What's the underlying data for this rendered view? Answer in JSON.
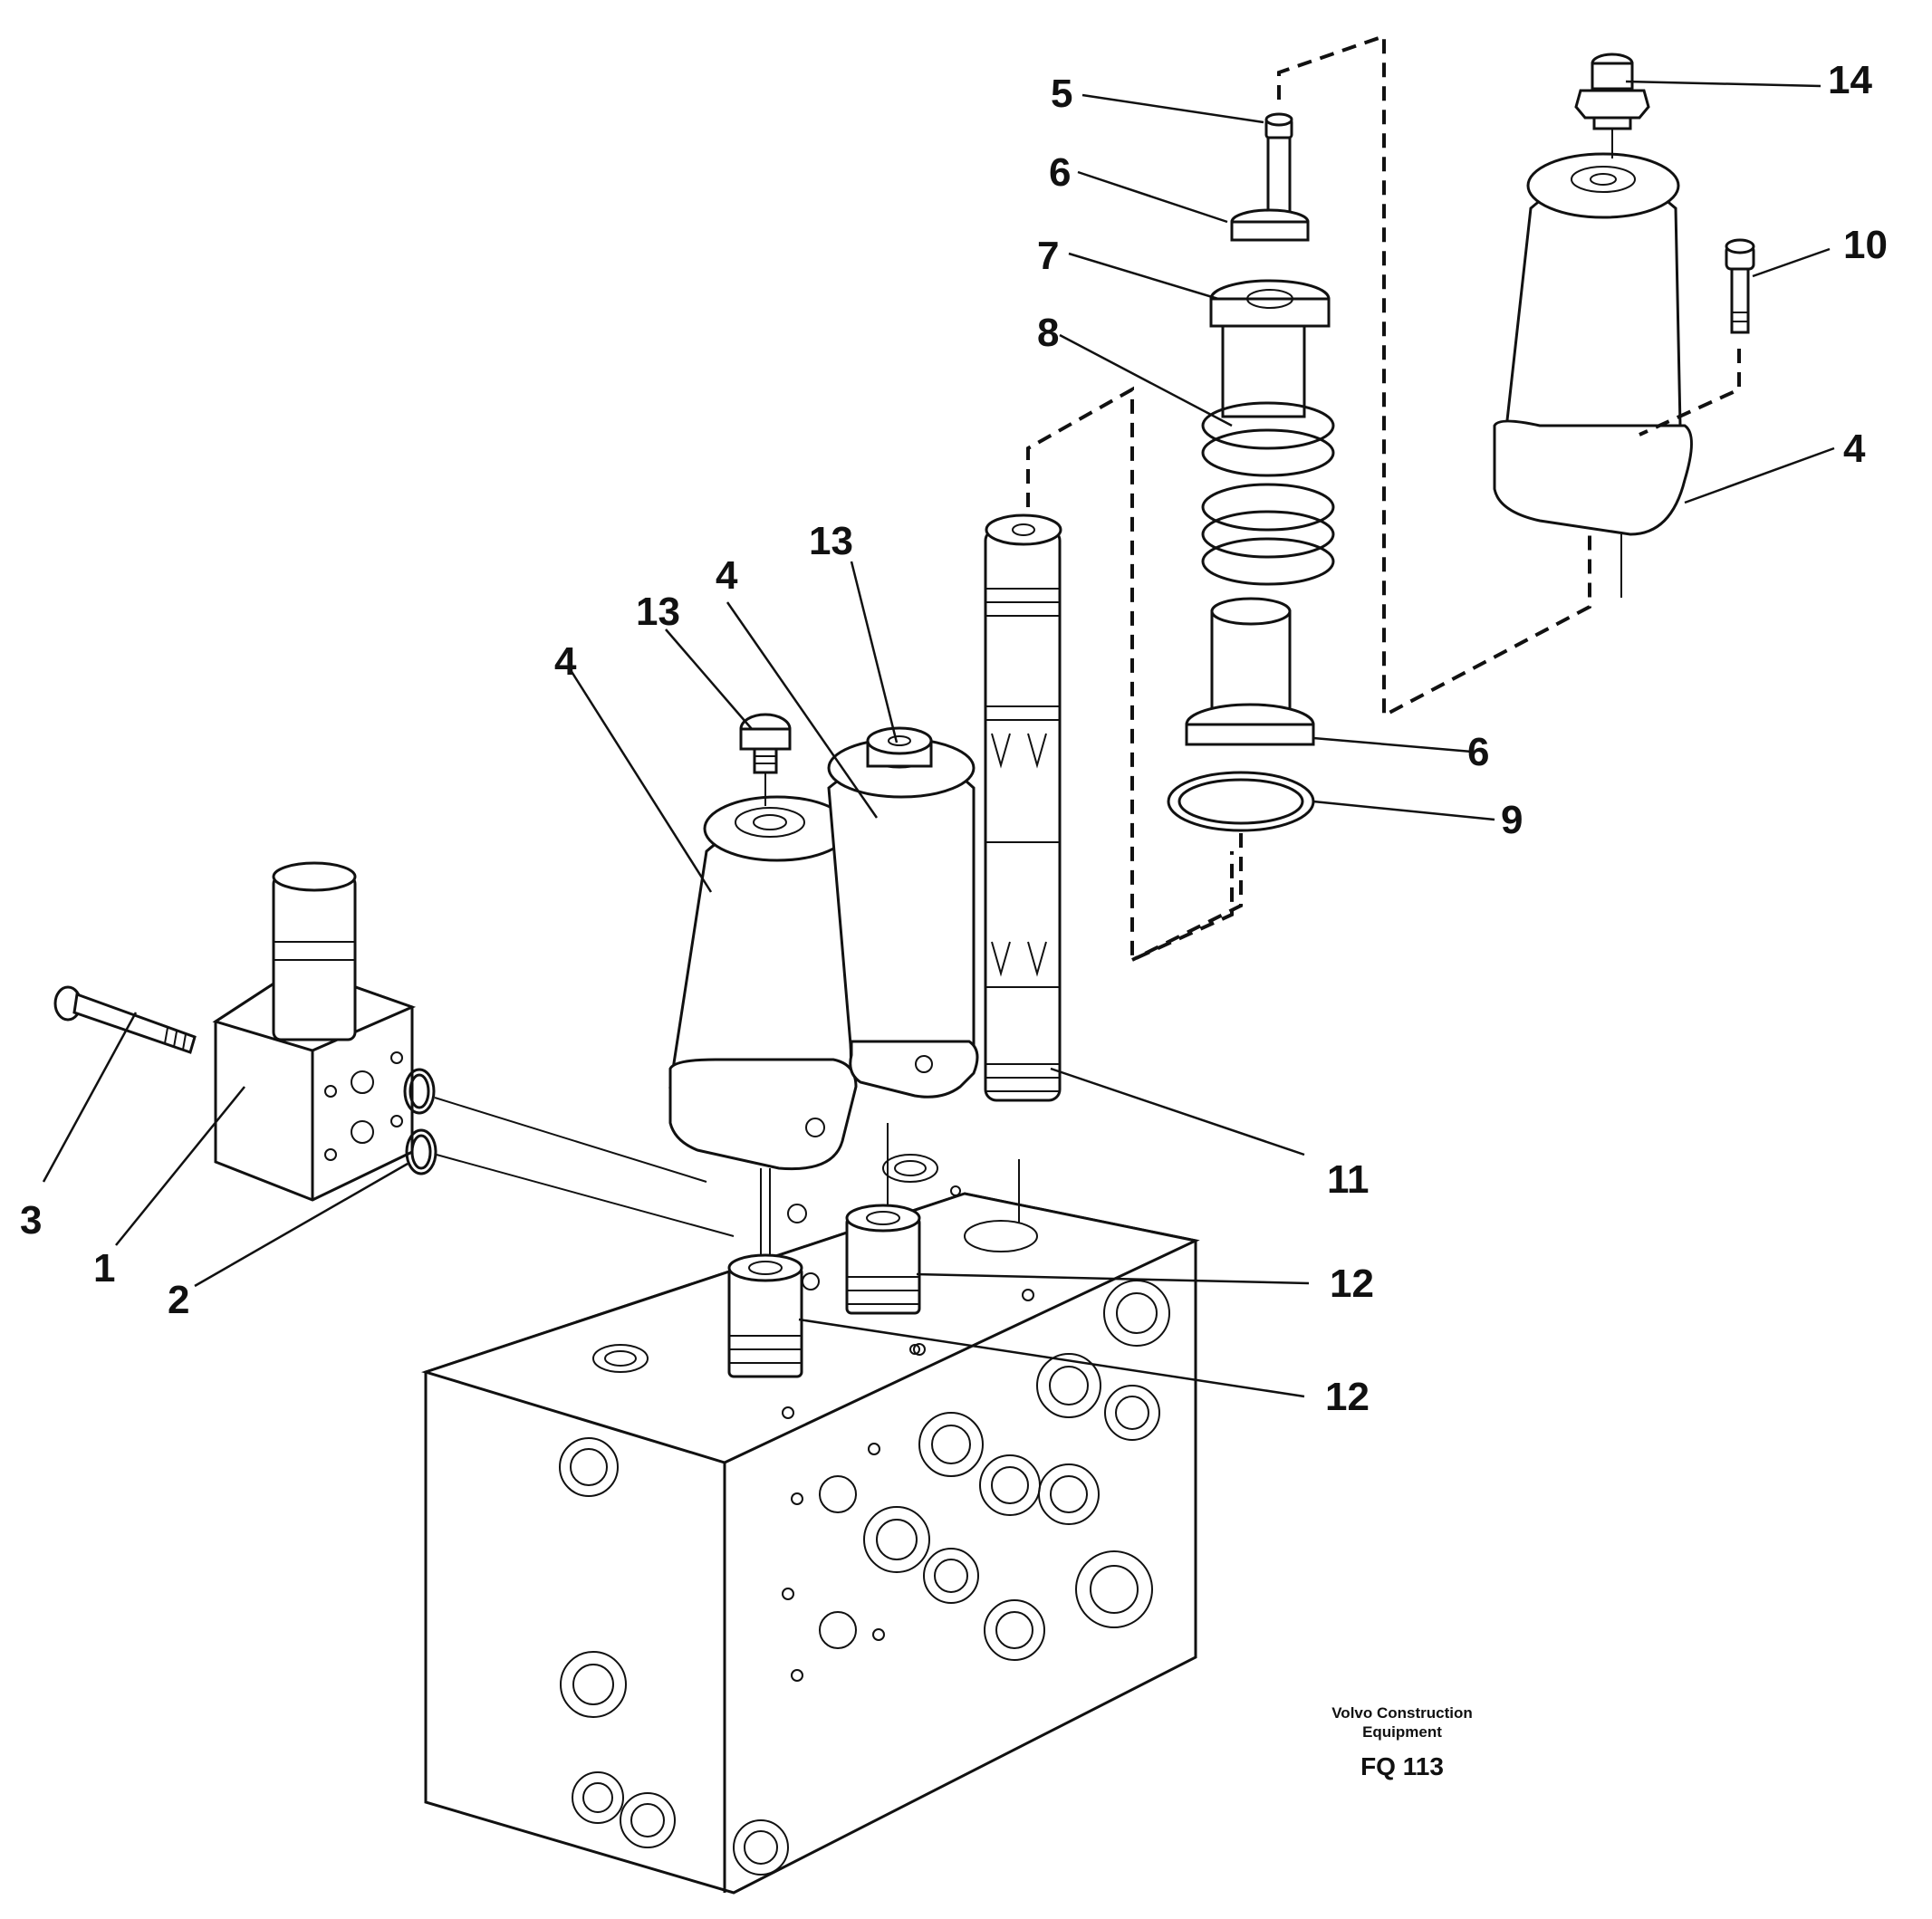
{
  "callouts": [
    {
      "id": "c1",
      "label": "1"
    },
    {
      "id": "c2",
      "label": "2"
    },
    {
      "id": "c3",
      "label": "3"
    },
    {
      "id": "c4a",
      "label": "4"
    },
    {
      "id": "c4b",
      "label": "4"
    },
    {
      "id": "c4c",
      "label": "4"
    },
    {
      "id": "c5",
      "label": "5"
    },
    {
      "id": "c6a",
      "label": "6"
    },
    {
      "id": "c6b",
      "label": "6"
    },
    {
      "id": "c7",
      "label": "7"
    },
    {
      "id": "c8",
      "label": "8"
    },
    {
      "id": "c9",
      "label": "9"
    },
    {
      "id": "c10",
      "label": "10"
    },
    {
      "id": "c11",
      "label": "11"
    },
    {
      "id": "c12a",
      "label": "12"
    },
    {
      "id": "c12b",
      "label": "12"
    },
    {
      "id": "c13a",
      "label": "13"
    },
    {
      "id": "c13b",
      "label": "13"
    },
    {
      "id": "c14",
      "label": "14"
    }
  ],
  "brand": {
    "line1": "Volvo Construction",
    "line2": "Equipment"
  },
  "drawing_code": "FQ 113"
}
